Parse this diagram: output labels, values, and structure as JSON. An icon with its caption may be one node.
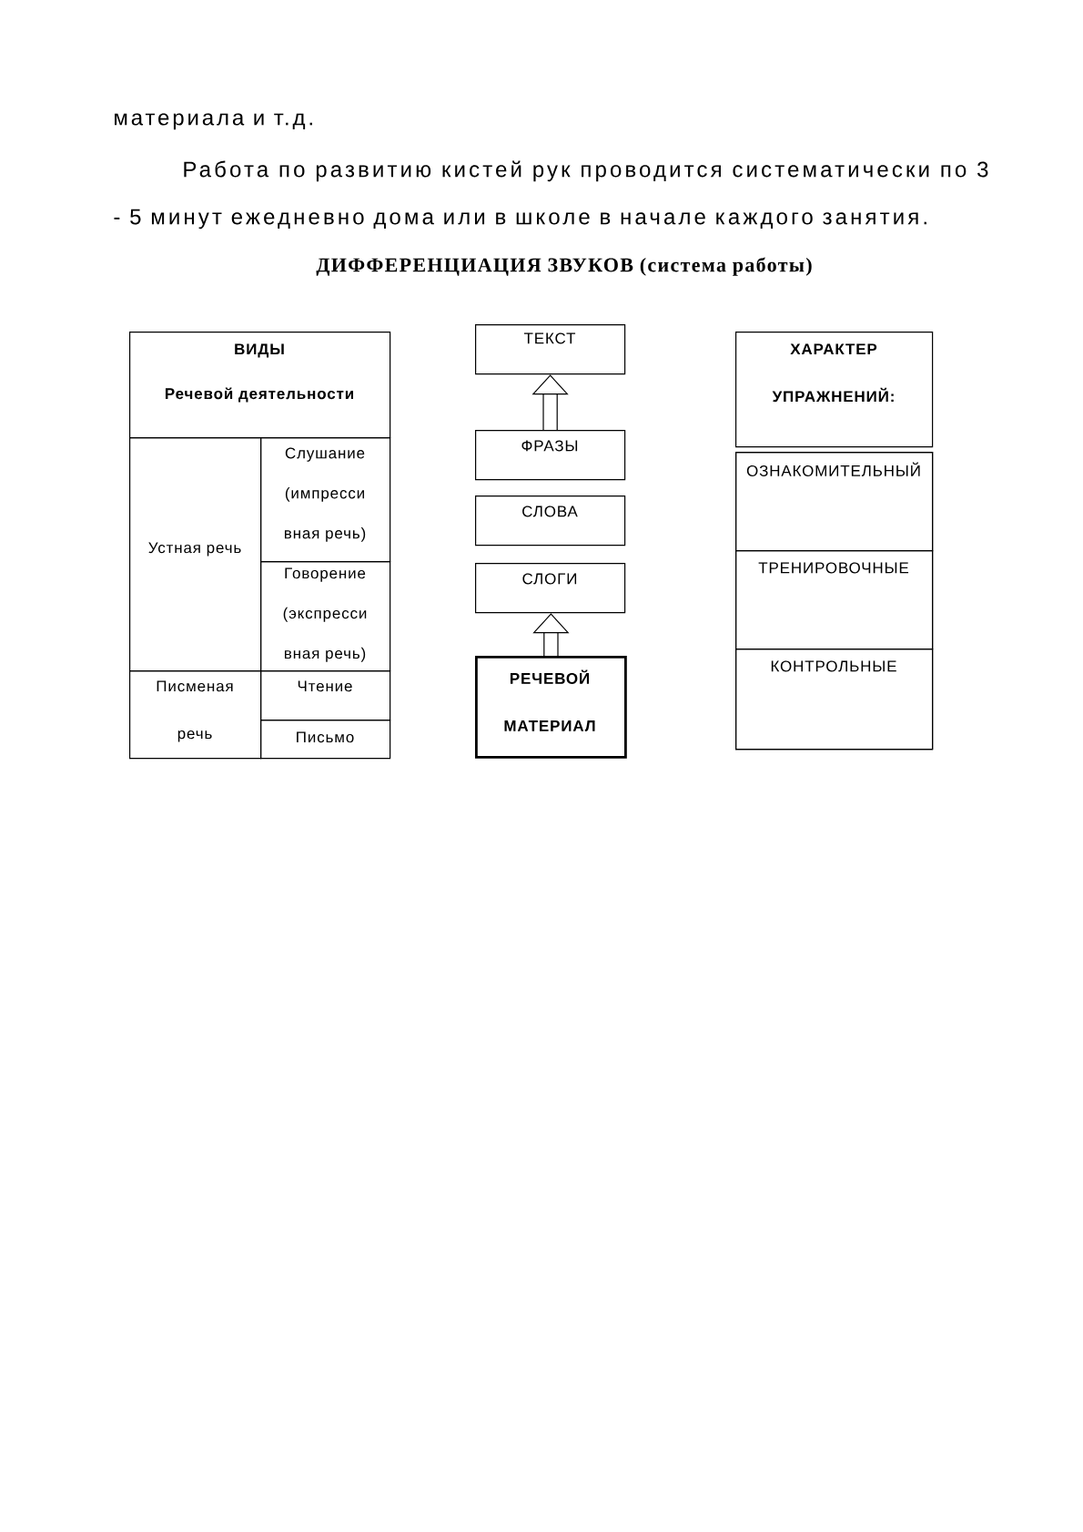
{
  "diagram": {
    "title": "ДИФФЕРЕНЦИАЦИЯ ЗВУКОВ (система работы)",
    "nodes": [
      {
        "text": [
          "ВИДЫ",
          "Речевой деятельности"
        ]
      },
      {
        "text": [
          "Устная речь"
        ]
      },
      {
        "text": [
          "Слушание (импресси вная речь)"
        ]
      },
      {
        "text": [
          "Говорение (экспресси вная речь)"
        ]
      },
      {
        "text": [
          "Писменая речь"
        ]
      },
      {
        "text": [
          "Чтение"
        ]
      },
      {
        "text": [
          "Письмо"
        ]
      },
      {
        "text": [
          "ТЕКСТ"
        ]
      },
      {
        "text": [
          "ФРАЗЫ"
        ]
      },
      {
        "text": [
          "СЛОВА"
        ]
      },
      {
        "text": [
          "СЛОГИ"
        ]
      },
      {
        "text": [
          "РЕЧЕВОЙ МАТЕРИАЛ"
        ]
      },
      {
        "text": [
          "ХАРАКТЕР УПРАЖНЕНИЙ:"
        ]
      },
      {
        "text": [],
        "shape": "box"
      },
      {
        "text": [
          "ОЗНАКОМИТЕЛЬНЫЙ"
        ],
        "in": 13
      },
      {
        "text": [
          "ТРЕНИРОВОЧНЫЕ"
        ],
        "in": 13
      },
      {
        "text": [
          "КОНТРОЛЬНЫЕ"
        ],
        "in": 13
      }
    ],
    "edges": [
      {
        "from": 8,
        "to": 7,
        "arrow": "to"
      },
      {
        "from": 11,
        "to": 10,
        "arrow": "to"
      }
    ],
    "labels": [
      "материала и т.д.",
      "Работа по развитию кистей рук проводится систематически по 3 - 5 минут ежедневно дома или в школе в начале каждого занятия."
    ]
  }
}
